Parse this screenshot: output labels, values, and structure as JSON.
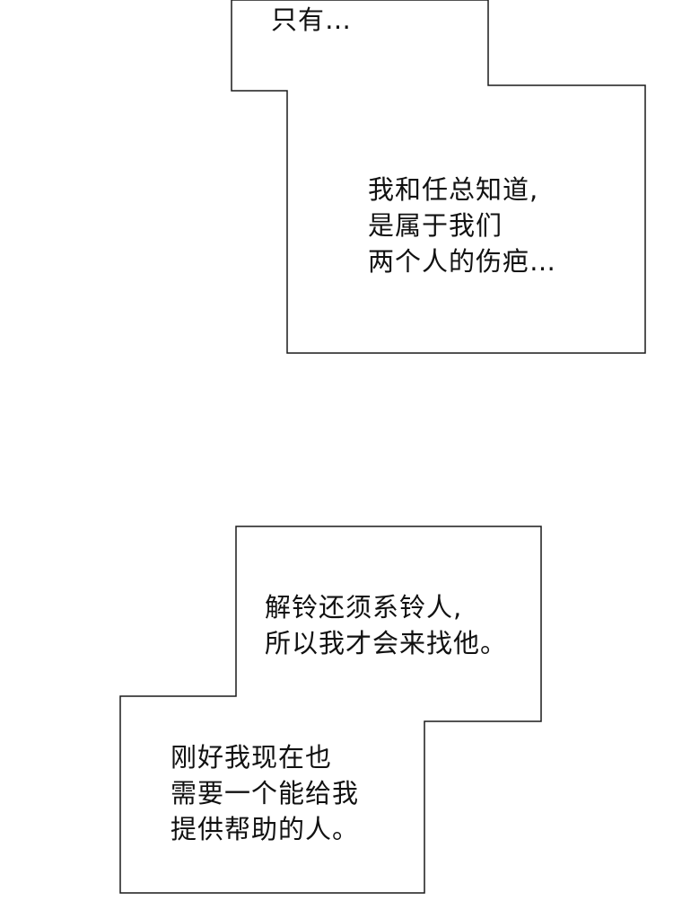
{
  "captions": {
    "box1": {
      "lines": [
        "只有…"
      ]
    },
    "box2": {
      "lines": [
        "我和任总知道,",
        "是属于我们",
        "两个人的伤疤…"
      ]
    },
    "box3": {
      "lines": [
        "解铃还须系铃人,",
        "所以我才会来找他。"
      ]
    },
    "box4": {
      "lines": [
        "刚好我现在也",
        "需要一个能给我",
        "提供帮助的人。"
      ]
    }
  }
}
